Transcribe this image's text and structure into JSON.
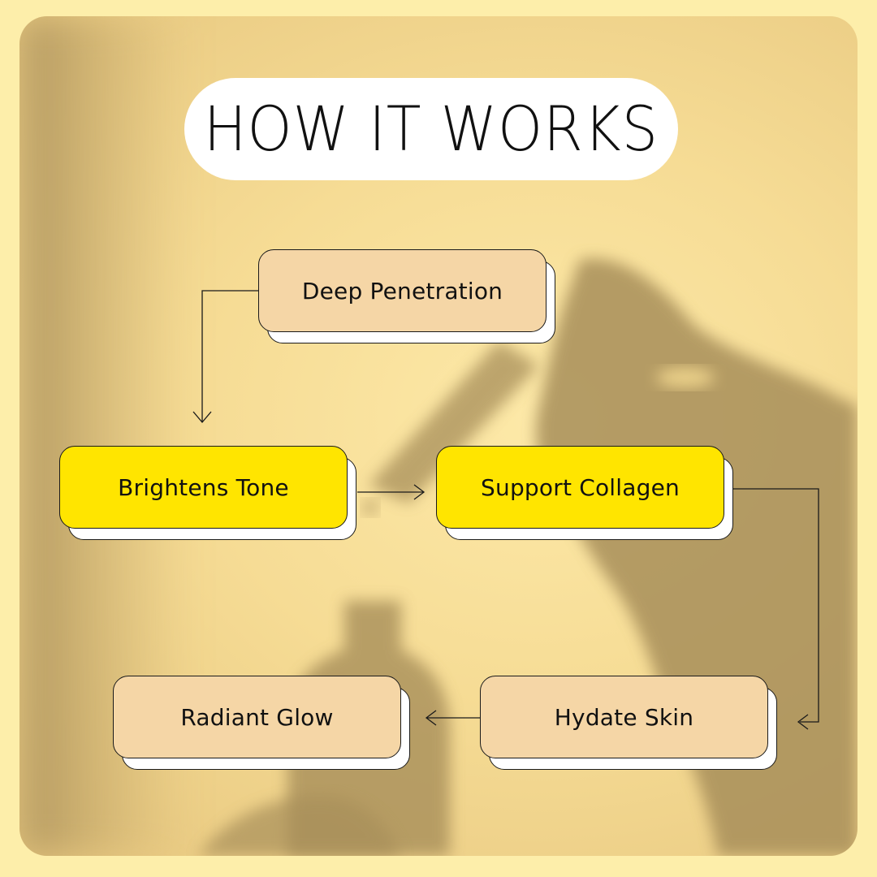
{
  "title": "HOW IT WORKS",
  "colors": {
    "page_background": "#fdeeaa",
    "box_beige": "#f5d6a6",
    "box_yellow": "#ffe500",
    "box_shadow": "#ffffff",
    "outline": "#1a1a1a"
  },
  "steps": [
    {
      "label": "Deep Penetration",
      "fill": "box_beige"
    },
    {
      "label": "Brightens Tone",
      "fill": "box_yellow"
    },
    {
      "label": "Support Collagen",
      "fill": "box_yellow"
    },
    {
      "label": "Hydate Skin",
      "fill": "box_beige"
    },
    {
      "label": "Radiant Glow",
      "fill": "box_beige"
    }
  ],
  "flow": [
    {
      "from": "Deep Penetration",
      "to": "Brightens Tone"
    },
    {
      "from": "Brightens Tone",
      "to": "Support Collagen"
    },
    {
      "from": "Support Collagen",
      "to": "Hydate Skin"
    },
    {
      "from": "Hydate Skin",
      "to": "Radiant Glow"
    }
  ],
  "background_image": "shadow of hand holding dropper over serum bottle"
}
